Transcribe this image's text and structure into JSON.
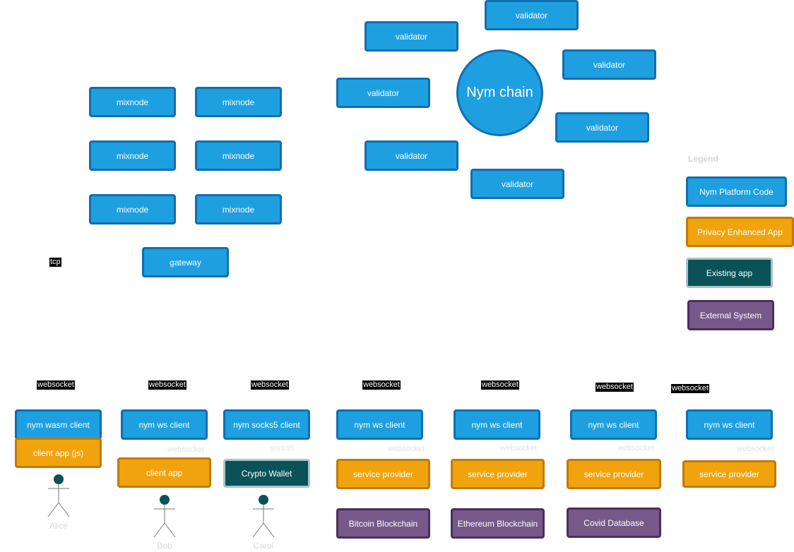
{
  "mixnodes": [
    "mixnode",
    "mixnode",
    "mixnode",
    "mixnode",
    "mixnode",
    "mixnode"
  ],
  "gateway": "gateway",
  "tcp_label": "tcp",
  "chain": {
    "label": "Nym chain",
    "validators": [
      "validator",
      "validator",
      "validator",
      "validator",
      "validator",
      "validator",
      "validator"
    ]
  },
  "legend": {
    "title": "Legend",
    "items": [
      "Nym Platform Code",
      "Privacy Enhanced App",
      "Existing app",
      "External System"
    ]
  },
  "websocket_tags": [
    "websocket",
    "websocket",
    "websocket",
    "websocket",
    "websocket",
    "websocket",
    "websocket"
  ],
  "clients": [
    "nym wasm client",
    "nym ws client",
    "nym socks5 client",
    "nym ws client",
    "nym ws client",
    "nym ws client",
    "nym ws client"
  ],
  "inner_labels": [
    "websocket",
    "socks5",
    "websocket",
    "websocket",
    "websocket",
    "websocket"
  ],
  "apps": {
    "client_app_js": "client app (js)",
    "client_app": "client app",
    "crypto_wallet": "Crypto Wallet"
  },
  "service_providers": [
    "service provider",
    "service provider",
    "service provider",
    "service provider"
  ],
  "external_systems": [
    "Bitcoin Blockchain",
    "Ethereum Blockchain",
    "Covid Database"
  ],
  "actors": [
    "Alice",
    "Bob",
    "Carol"
  ],
  "colors": {
    "platform_blue": "#1e9fe0",
    "privacy_orange": "#f0a30c",
    "existing_teal": "#0a5257",
    "external_purple": "#76598a",
    "actor_head": "#0a5257"
  }
}
